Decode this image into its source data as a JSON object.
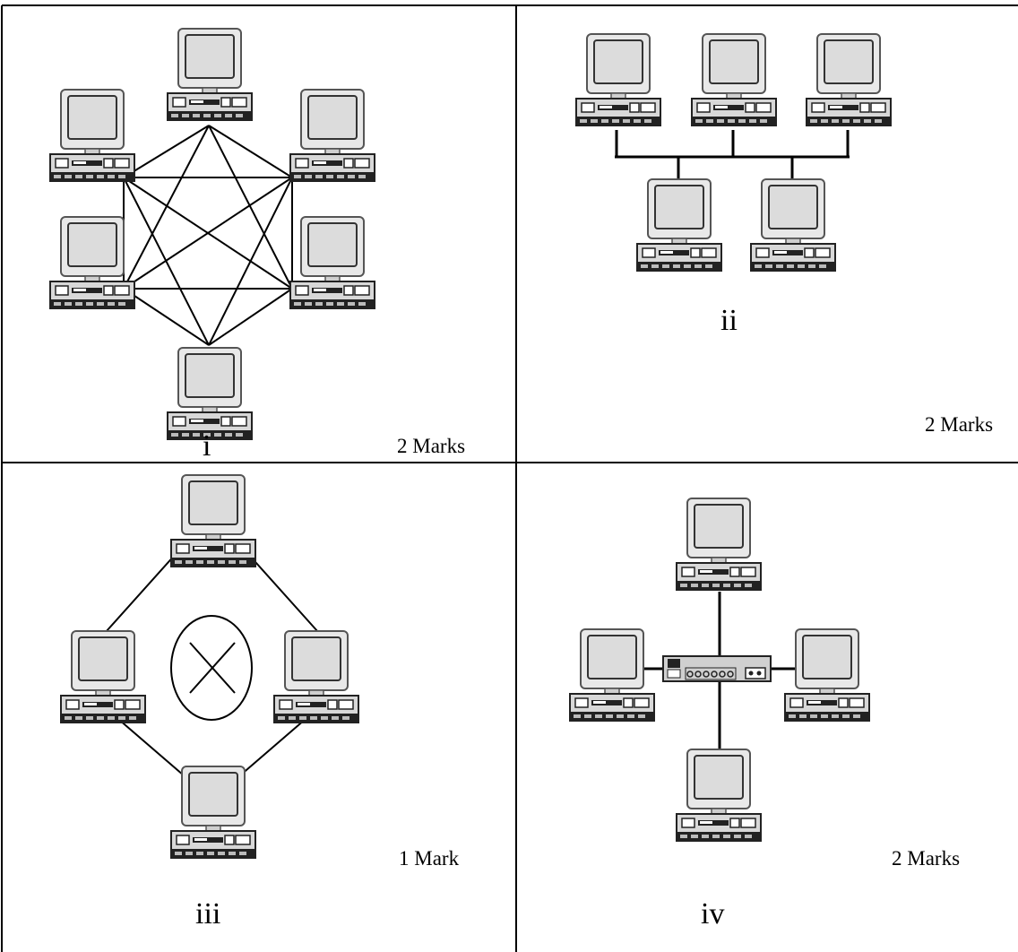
{
  "cells": [
    {
      "id": "i",
      "label": "i",
      "marks": "2 Marks",
      "topology_icon": "computer-icon"
    },
    {
      "id": "ii",
      "label": "ii",
      "marks": "2 Marks",
      "topology_icon": "computer-icon"
    },
    {
      "id": "iii",
      "label": "iii",
      "marks": "1 Mark",
      "topology_icon": "computer-icon"
    },
    {
      "id": "iv",
      "label": "iv",
      "marks": "2 Marks",
      "topology_icon": "computer-icon"
    }
  ],
  "ring_symbol_icon": "circled-x-icon",
  "hub_icon": "switch-hub-icon"
}
